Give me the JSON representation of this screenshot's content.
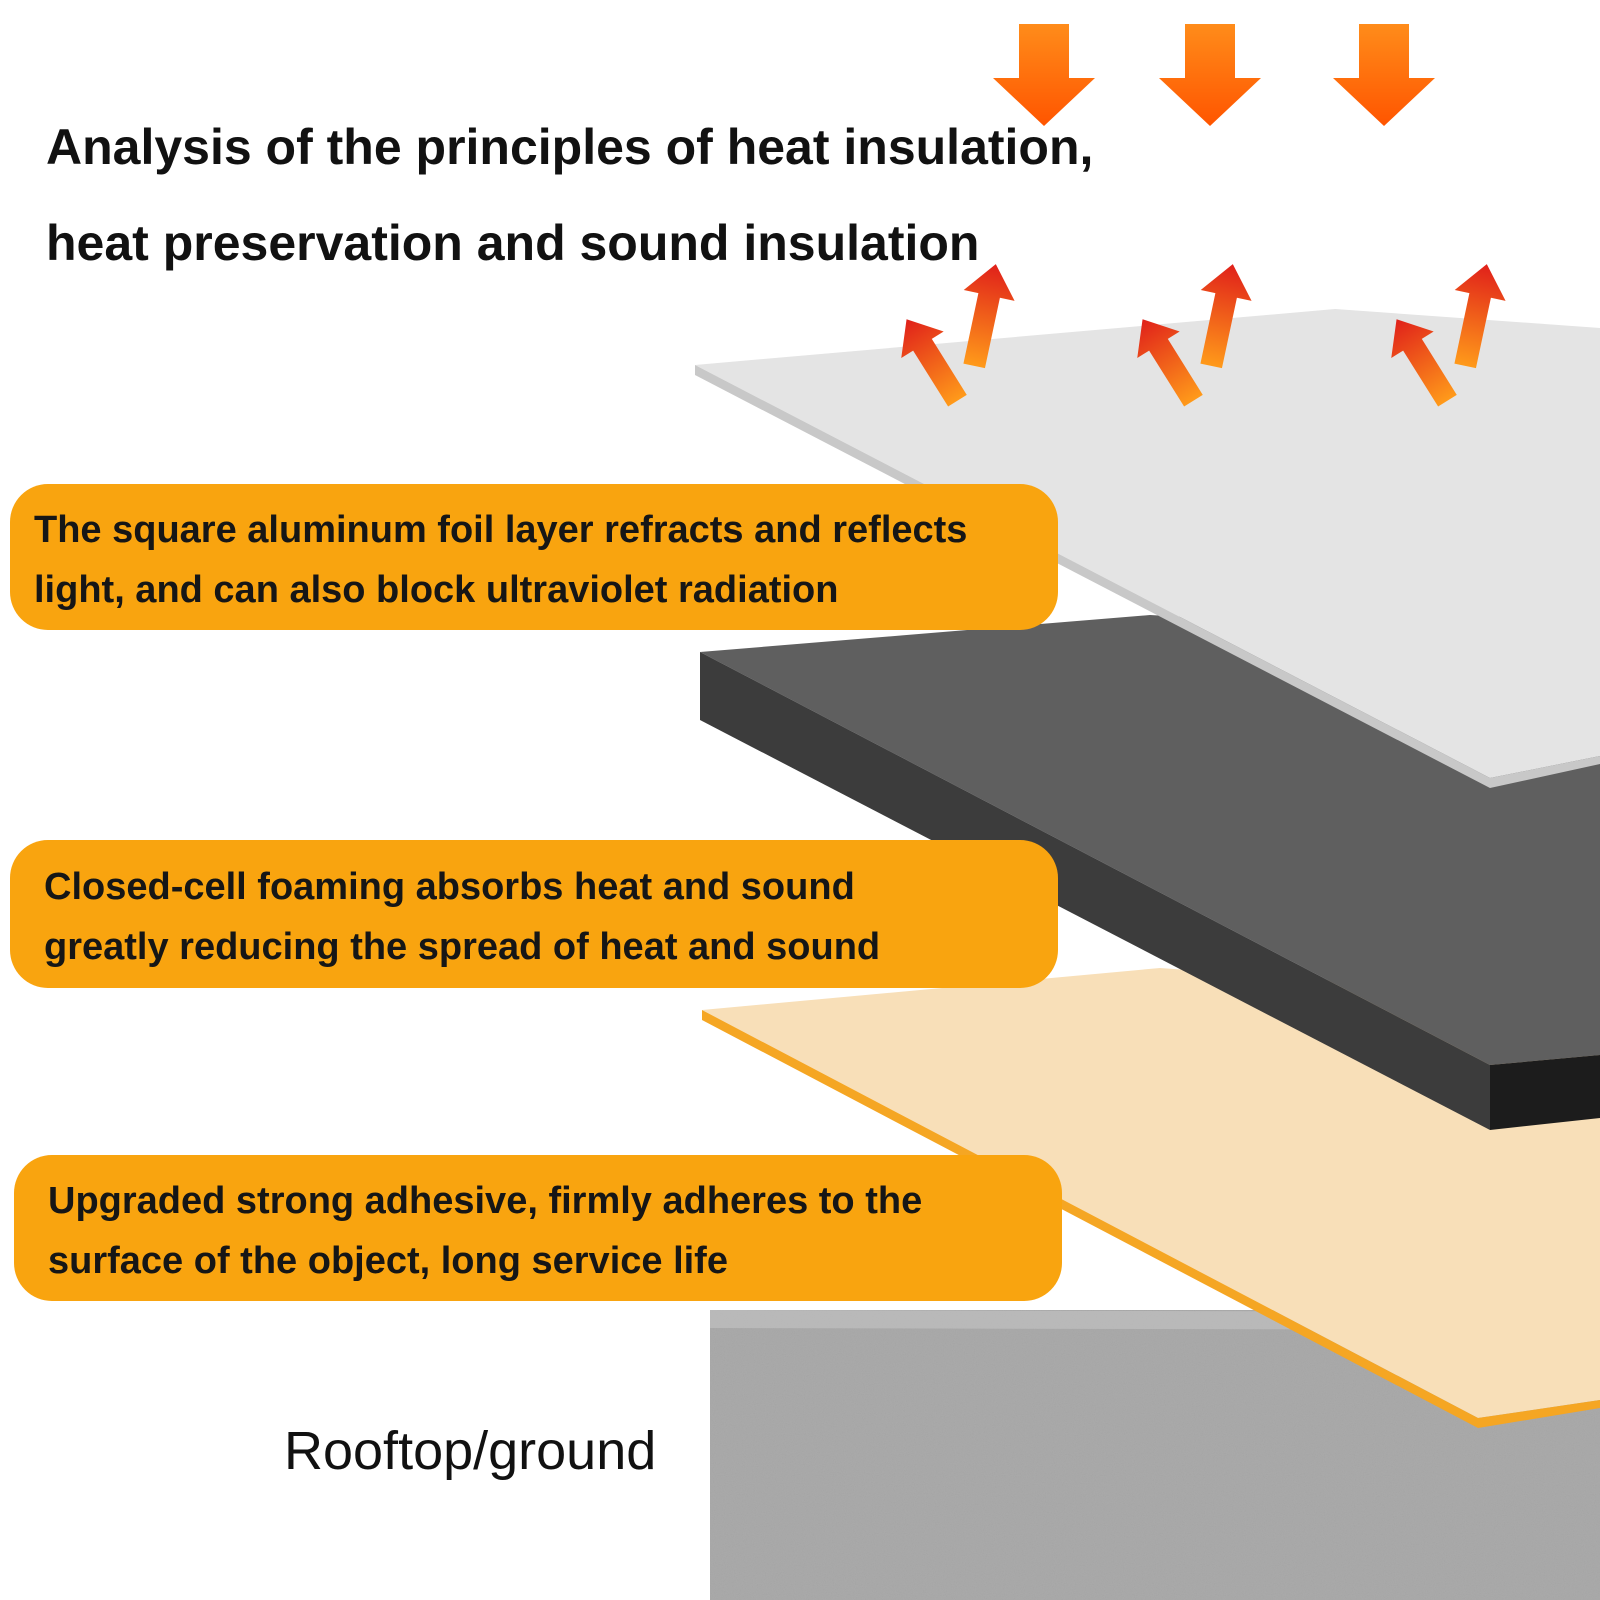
{
  "title": {
    "line1": "Analysis of the principles of heat insulation,",
    "line2": "heat preservation and sound insulation"
  },
  "callouts": [
    {
      "line1": "The square aluminum foil layer refracts and reflects",
      "line2": "light, and can also block ultraviolet radiation"
    },
    {
      "line1": "Closed-cell foaming absorbs heat and sound",
      "line2": "greatly reducing the spread of heat and sound"
    },
    {
      "line1": "Upgraded strong adhesive, firmly adheres to the",
      "line2": "surface of the object, long service life"
    }
  ],
  "base_label": "Rooftop/ground",
  "colors": {
    "callout_fill": "#f9a40f",
    "incoming_heat_arrow": "#ff6a00",
    "reflected_heat_arrow": "#e8301a",
    "foil_layer": "#e4e4e4",
    "foam_layer": "#5f5f5f",
    "adhesive_layer": "#f8dfb8",
    "concrete_base": "#a9a9a9"
  }
}
